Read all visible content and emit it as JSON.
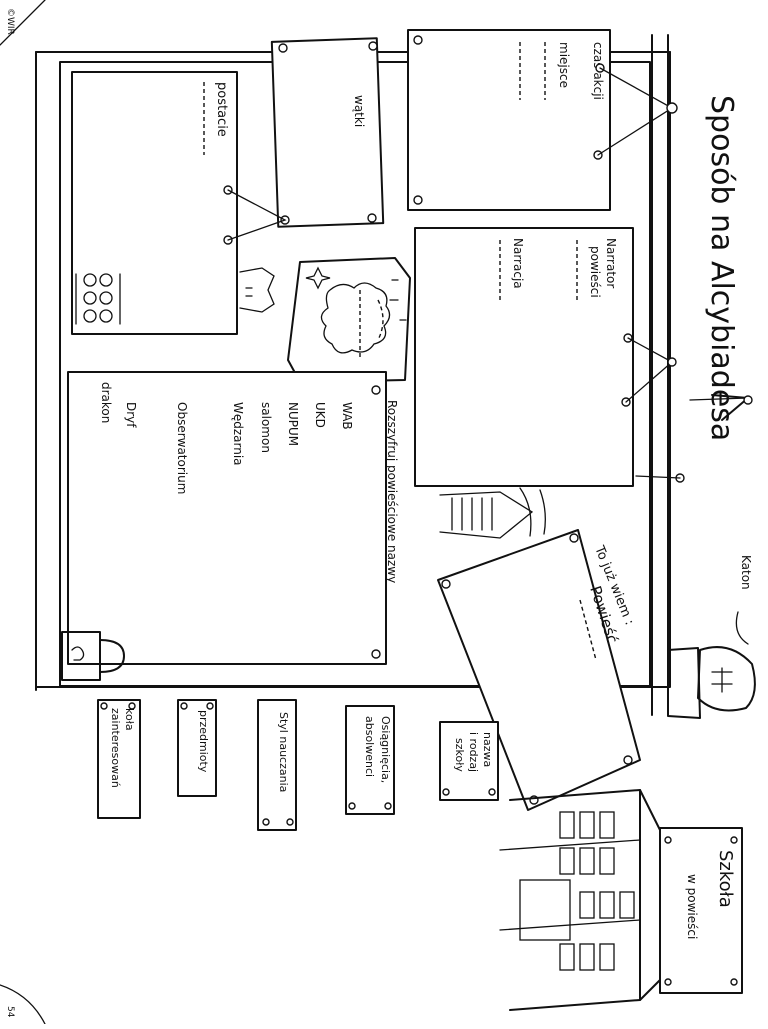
{
  "corner": {
    "top_mark": "©WIR",
    "page_number": "54"
  },
  "title": "Sposób na Alcybiadesa",
  "cards": {
    "czas_akcji": "czas akcji",
    "miejsce": "miejsce",
    "watki": "wątki",
    "postacie": "postacie",
    "narrator": [
      "Narrator",
      "powieści"
    ],
    "narracja": "Narracja",
    "names_header": "Rozszyfruj powieściowe nazwy",
    "names": [
      "WAB",
      "UKD",
      "NUPUM",
      "salomon",
      "Wędzarnia",
      "Obserwatorium",
      "Dryf",
      "drakon"
    ],
    "to_juz_wiem": "To już wiem :",
    "powiesc": "Powieść",
    "katon": "Katon",
    "szkola": [
      "Szkoła",
      "w powieści"
    ]
  },
  "school_notes": {
    "nazwa": [
      "nazwa",
      "i rodzaj",
      "szkoły"
    ],
    "osiagniecia": [
      "Osiągnięcia,",
      "absolwenci"
    ],
    "styl": "Styl nauczania",
    "przedmioty": "przedmioty",
    "kola": [
      "koła",
      "zainteresowań"
    ]
  }
}
